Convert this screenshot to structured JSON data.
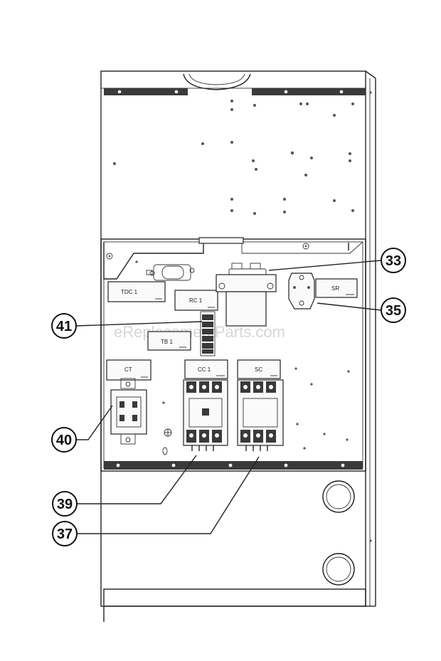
{
  "watermark": "eReplacementParts.com",
  "labels": {
    "tdc": "TDC 1",
    "rc": "RC 1",
    "tb": "TB 1",
    "ct": "CT",
    "cc": "CC 1",
    "sc": "SC",
    "sr": "SR"
  },
  "callouts": {
    "c33": "33",
    "c35": "35",
    "c41": "41",
    "c40": "40",
    "c39": "39",
    "c37": "37"
  }
}
